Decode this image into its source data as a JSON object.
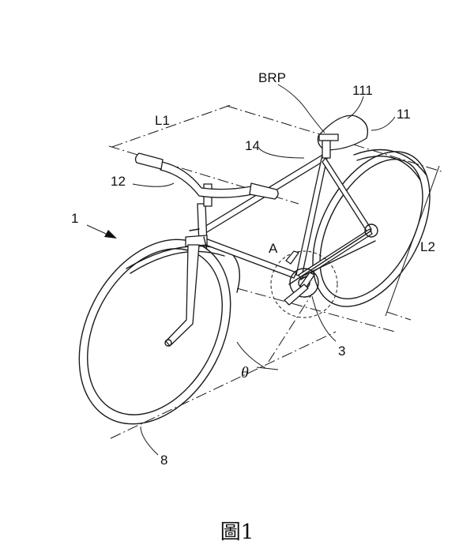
{
  "figure": {
    "caption": "圖1",
    "labels": {
      "brp": "BRP",
      "seat_top": "111",
      "seat": "11",
      "l1": "L1",
      "l2": "L2",
      "top_tube": "14",
      "handlebar": "12",
      "bicycle": "1",
      "detail_a": "A",
      "crank": "3",
      "ground": "8",
      "angle": "θ"
    }
  }
}
